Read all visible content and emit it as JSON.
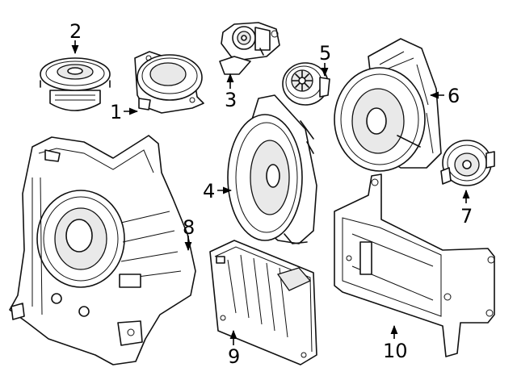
{
  "diagram": {
    "callouts": [
      {
        "id": "1",
        "label": "1"
      },
      {
        "id": "2",
        "label": "2"
      },
      {
        "id": "3",
        "label": "3"
      },
      {
        "id": "4",
        "label": "4"
      },
      {
        "id": "5",
        "label": "5"
      },
      {
        "id": "6",
        "label": "6"
      },
      {
        "id": "7",
        "label": "7"
      },
      {
        "id": "8",
        "label": "8"
      },
      {
        "id": "9",
        "label": "9"
      },
      {
        "id": "10",
        "label": "10"
      }
    ],
    "parts": [
      {
        "callout": "1",
        "name": "tweeter-speaker"
      },
      {
        "callout": "2",
        "name": "midrange-speaker"
      },
      {
        "callout": "3",
        "name": "small-speaker-bracket"
      },
      {
        "callout": "4",
        "name": "door-speaker"
      },
      {
        "callout": "5",
        "name": "small-tweeter"
      },
      {
        "callout": "6",
        "name": "large-speaker-with-bracket"
      },
      {
        "callout": "7",
        "name": "small-round-speaker"
      },
      {
        "callout": "8",
        "name": "subwoofer-enclosure"
      },
      {
        "callout": "9",
        "name": "amplifier"
      },
      {
        "callout": "10",
        "name": "amplifier-bracket"
      }
    ],
    "colors": {
      "line": "#111111",
      "background": "#ffffff",
      "shade": "#e9e9e9"
    }
  }
}
